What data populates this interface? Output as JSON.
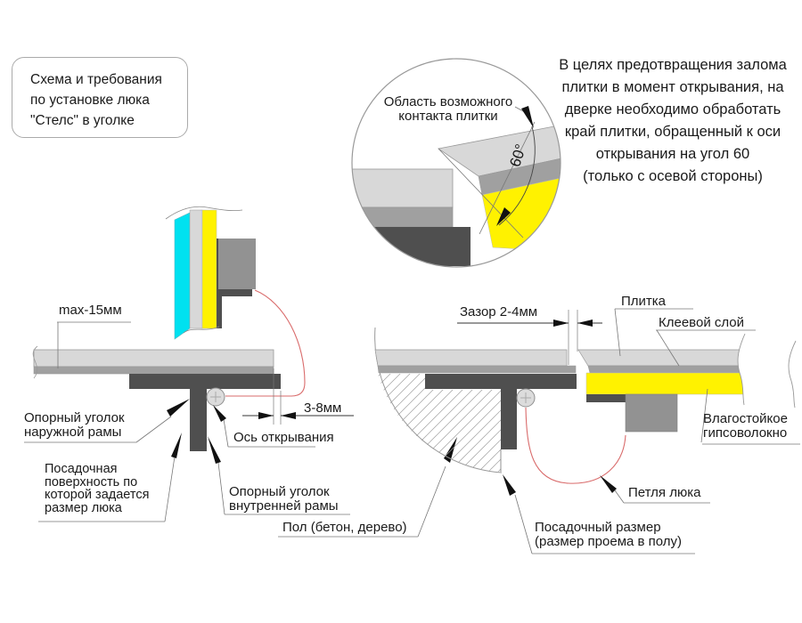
{
  "title_box": {
    "text": "Схема и требования\nпо установке люка\n\"Стелс\" в уголке"
  },
  "note": {
    "text": "В целях предотвращения залома\nплитки в момент открывания, на\nдверке необходимо обработать\nкрай плитки, обращенный к оси\nоткрывания на угол 60\n(только с осевой стороны)"
  },
  "detail_view": {
    "contact_label": "Область возможного\nконтакта плитки",
    "angle_label": "60°"
  },
  "left_diagram": {
    "max_thickness_label": "max-15мм",
    "outer_angle_label": "Опорный уголок\nнаружной рамы",
    "seating_surface_label": "Посадочная\nповерхность по\nкоторой задается\nразмер люка",
    "axis_label": "Ось открывания",
    "inner_angle_label": "Опорный уголок\nвнутренней рамы",
    "gap_label": "3-8мм"
  },
  "right_diagram": {
    "gap_label": "Зазор 2-4мм",
    "tile_label": "Плитка",
    "glue_label": "Клеевой слой",
    "gypsum_label": "Влагостойкое\nгипсоволокно",
    "hinge_label": "Петля люка",
    "floor_label": "Пол (бетон, дерево)",
    "seat_size_label": "Посадочный размер\n(размер проема в полу)"
  },
  "colors": {
    "tile_cyan": "#00E1F0",
    "gypsum_yellow": "#FFF200",
    "tile_gray": "#D8D8D8",
    "glue_gray": "#A0A0A0",
    "frame_dark_gray": "#4F4F4F",
    "hinge_gray": "#929292",
    "swing_path_red": "#D96B6B"
  }
}
